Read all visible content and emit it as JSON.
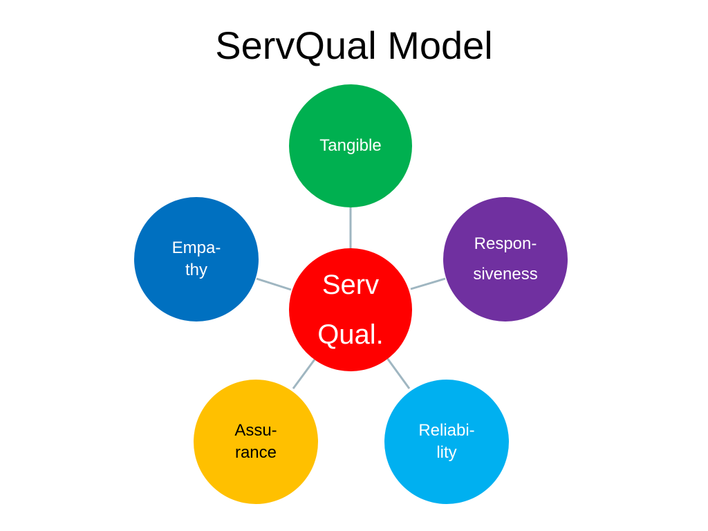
{
  "title": "ServQual Model",
  "center": {
    "line1": "Serv",
    "line2": "Qual.",
    "color": "#ff0000"
  },
  "dimensions": [
    {
      "key": "tangible",
      "lines": [
        "Tangible"
      ],
      "color": "#00b050",
      "text_color": "#ffffff"
    },
    {
      "key": "responsiveness",
      "lines": [
        "Respon-",
        "siveness"
      ],
      "color": "#7030a0",
      "text_color": "#ffffff"
    },
    {
      "key": "reliability",
      "lines": [
        "Reliabi-",
        "lity"
      ],
      "color": "#00b0f0",
      "text_color": "#ffffff"
    },
    {
      "key": "assurance",
      "lines": [
        "Assu-",
        "rance"
      ],
      "color": "#ffc000",
      "text_color": "#000000"
    },
    {
      "key": "empathy",
      "lines": [
        "Empa-",
        "thy"
      ],
      "color": "#0070c0",
      "text_color": "#ffffff"
    }
  ],
  "connector_color": "#9fb6c1"
}
